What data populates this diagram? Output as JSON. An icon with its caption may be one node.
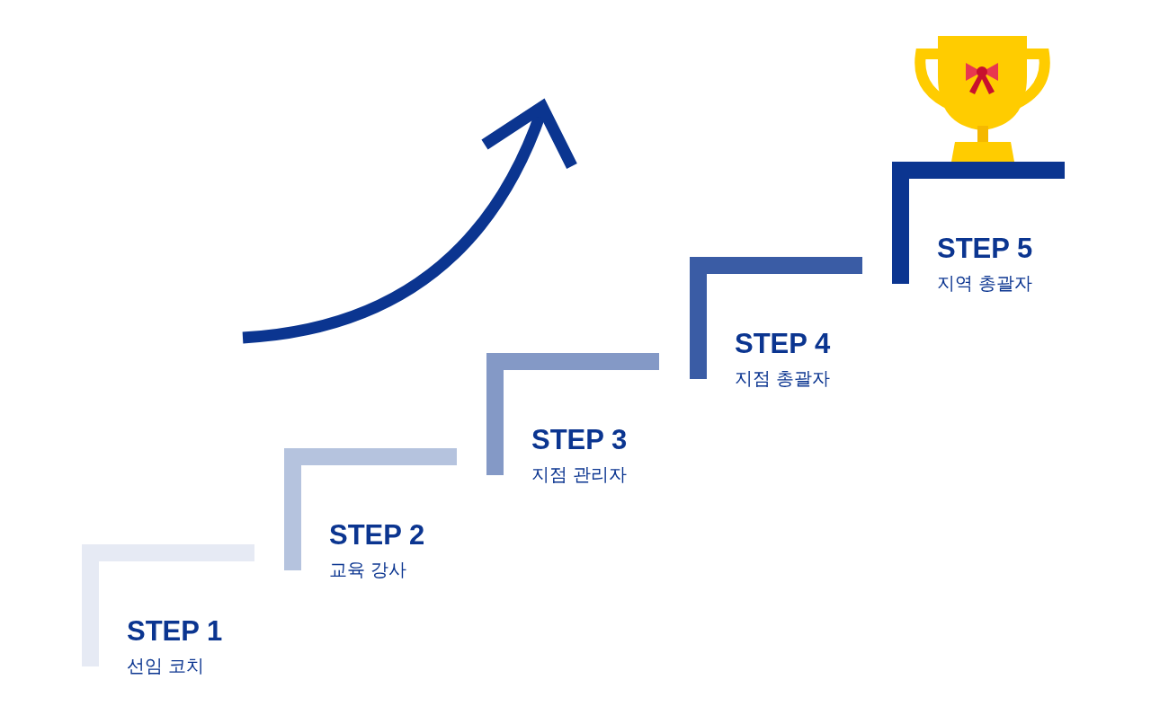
{
  "diagram": {
    "nodes": [
      {
        "text": [
          "STEP 1",
          "선임 코치"
        ]
      },
      {
        "text": [
          "STEP 2",
          "교육 강사"
        ]
      },
      {
        "text": [
          "STEP 3",
          "지점 관리자"
        ]
      },
      {
        "text": [
          "STEP 4",
          "지점 총괄자"
        ]
      },
      {
        "text": [
          "STEP 5",
          "지역 총괄자"
        ]
      }
    ]
  }
}
